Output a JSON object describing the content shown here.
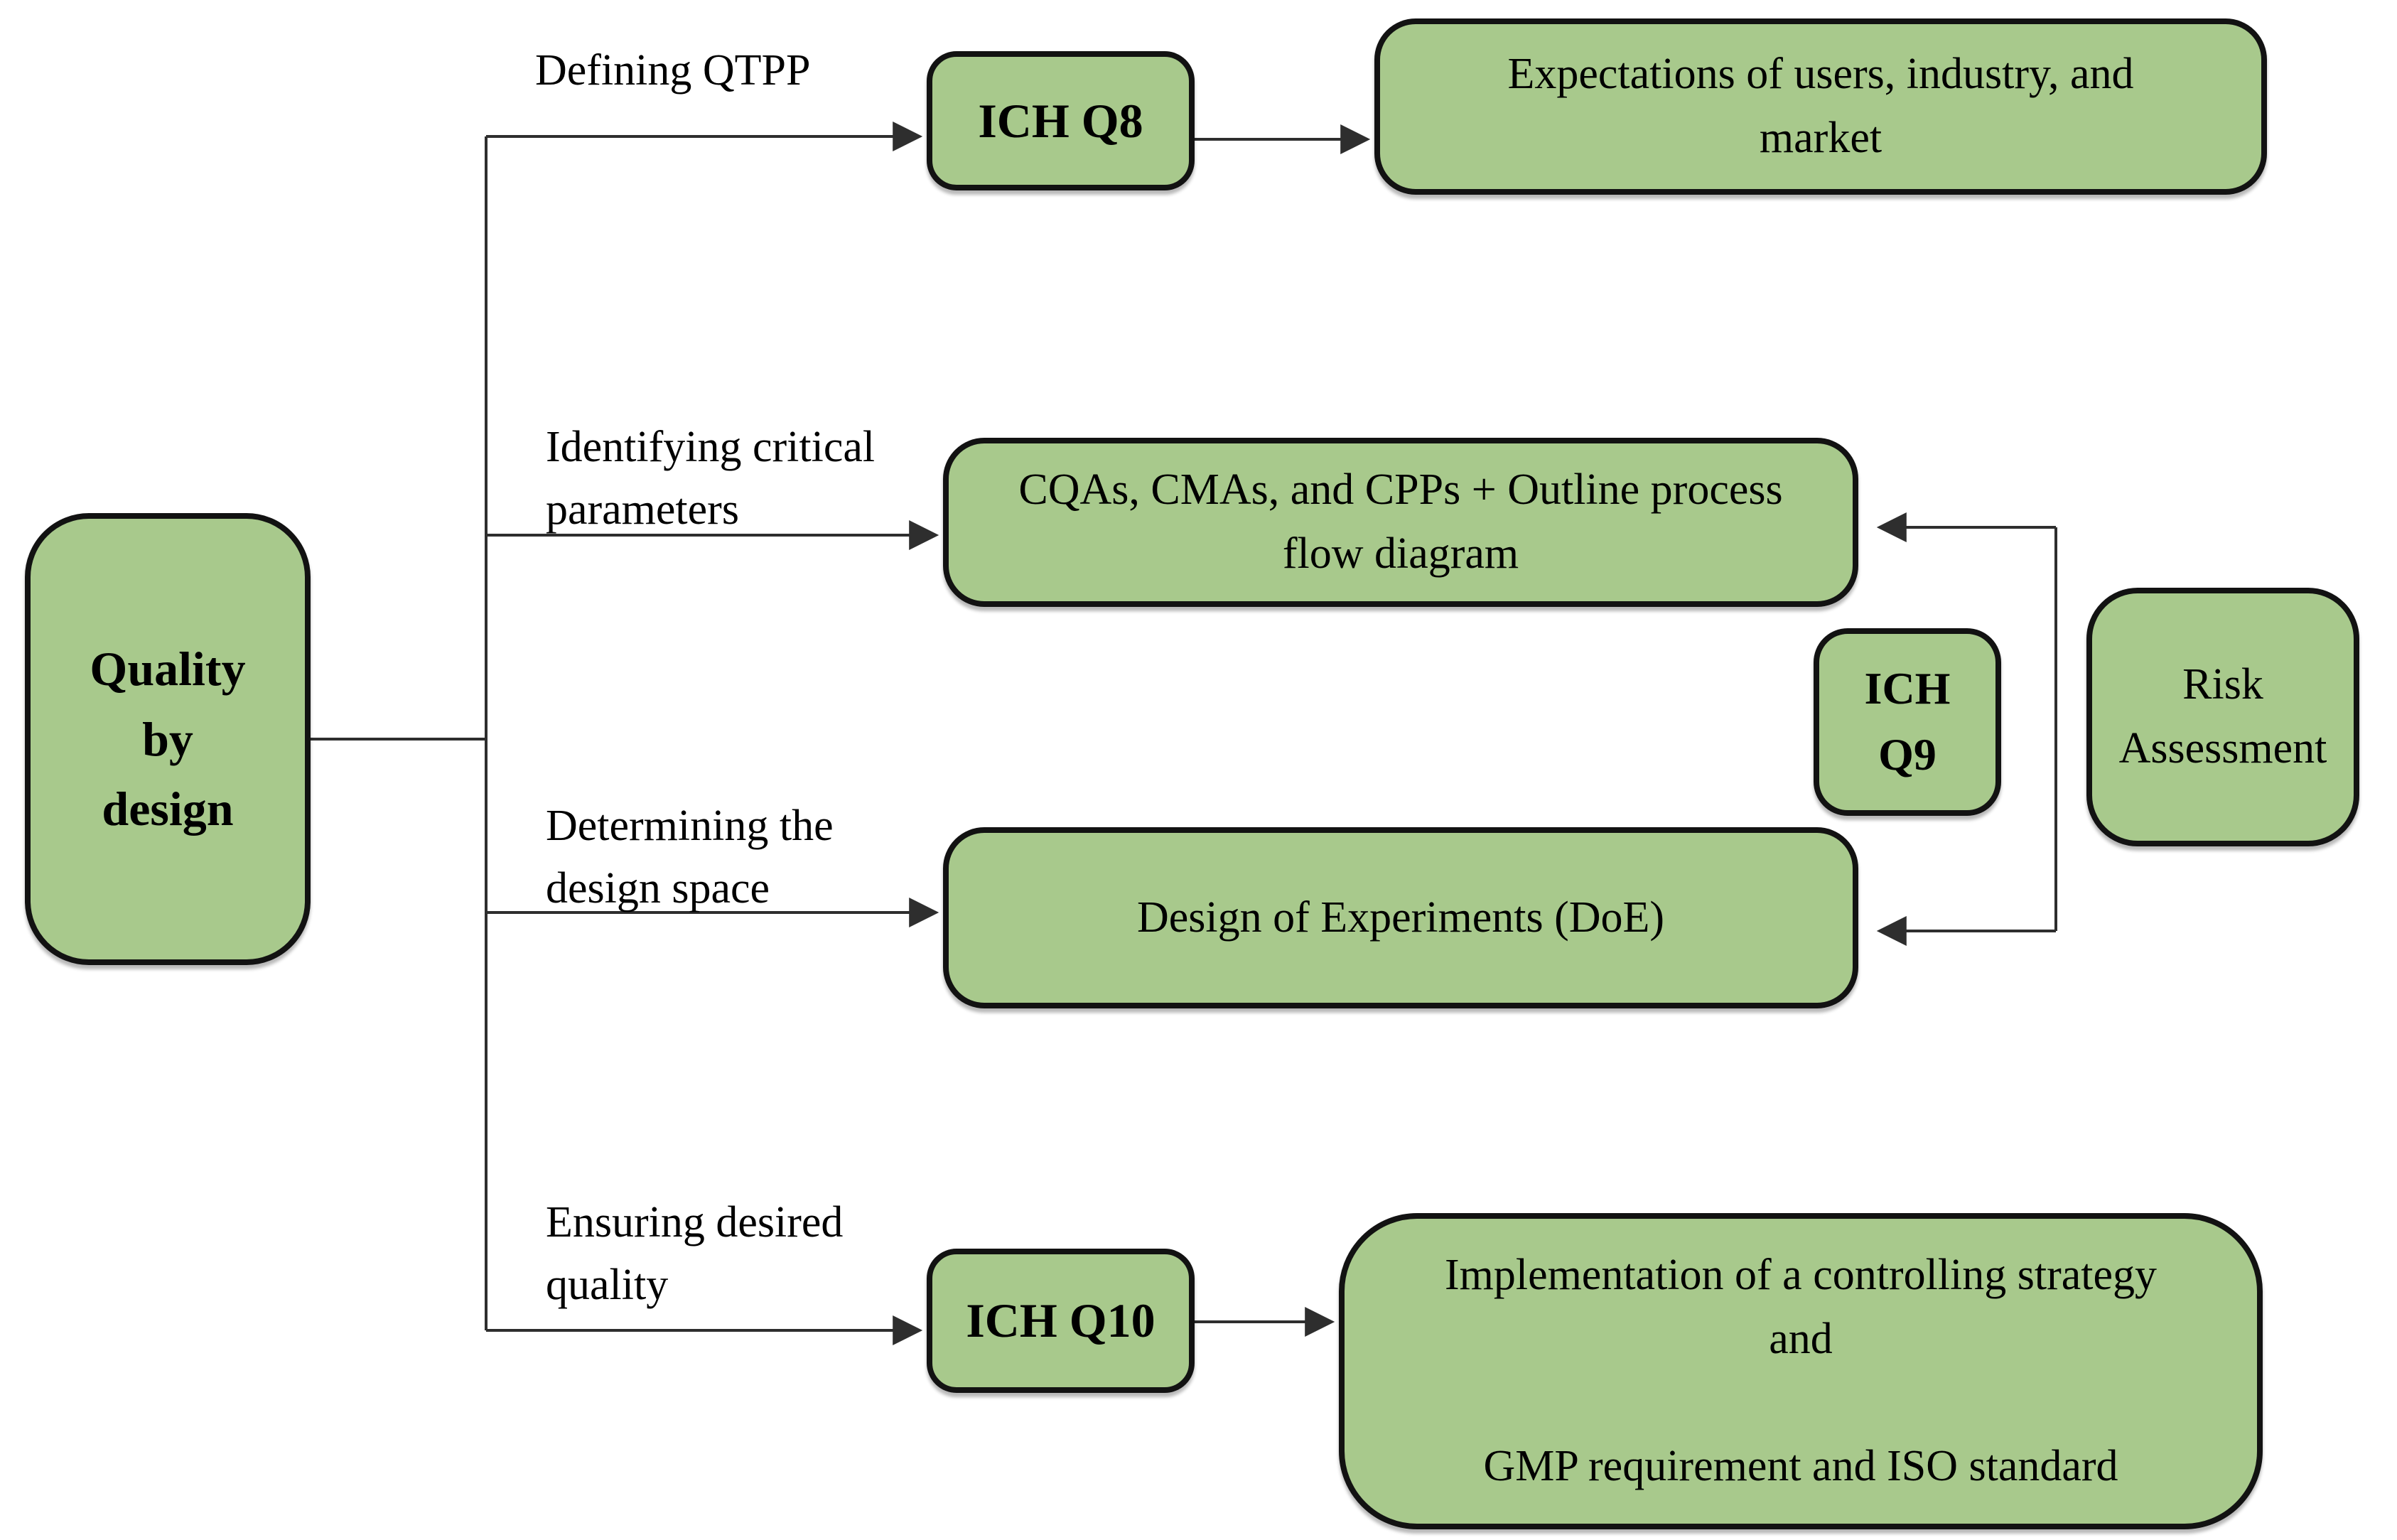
{
  "diagram": {
    "colors": {
      "background": "#ffffff",
      "node_fill": "#a8c98c",
      "node_border": "#121212",
      "connector": "#2e2e2e",
      "text": "#000000"
    },
    "root": {
      "label": "Quality\nby\ndesign"
    },
    "branch_labels": [
      {
        "label": "Defining QTPP"
      },
      {
        "label": "Identifying critical\nparameters"
      },
      {
        "label": "Determining the\ndesign space"
      },
      {
        "label": "Ensuring desired\nquality"
      }
    ],
    "nodes": {
      "ich_q8": {
        "label": "ICH Q8"
      },
      "expectations": {
        "label": "Expectations of users, industry, and\nmarket"
      },
      "cqas": {
        "label": "CQAs, CMAs, and CPPs + Outline process\nflow diagram"
      },
      "ich_q9": {
        "label": "ICH\nQ9"
      },
      "risk_assessment": {
        "label": "Risk\nAssessment"
      },
      "doe": {
        "label": "Design of Experiments (DoE)"
      },
      "ich_q10": {
        "label": "ICH Q10"
      },
      "implementation": {
        "label": "Implementation of a controlling strategy\nand\n\nGMP requirement and ISO standard"
      }
    }
  }
}
